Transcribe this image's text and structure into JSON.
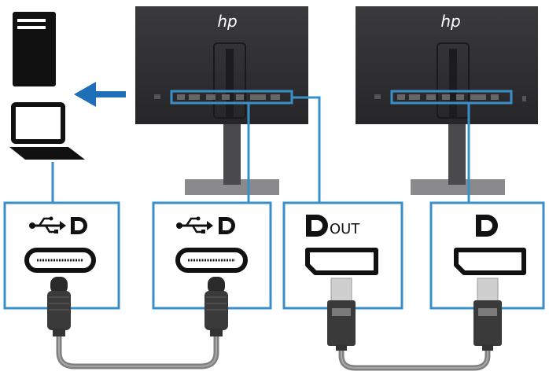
{
  "diagram": {
    "monitor_brand": "hp",
    "out_label": "OUT",
    "devices": [
      {
        "name": "desktop-tower",
        "icon": "desktop-tower-icon"
      },
      {
        "name": "laptop",
        "icon": "laptop-icon"
      }
    ],
    "monitors": [
      {
        "name": "monitor-1",
        "logo": "hp-logo"
      },
      {
        "name": "monitor-2",
        "logo": "hp-logo"
      }
    ],
    "port_panels": [
      {
        "name": "usb-c-input-panel",
        "icons": [
          "usb-icon",
          "displayport-icon",
          "usb-c-port-icon"
        ]
      },
      {
        "name": "usb-c-monitor-panel",
        "icons": [
          "usb-icon",
          "displayport-icon",
          "usb-c-port-icon"
        ]
      },
      {
        "name": "displayport-out-panel",
        "icons": [
          "displayport-icon",
          "displayport-port-icon"
        ]
      },
      {
        "name": "displayport-in-panel",
        "icons": [
          "displayport-icon",
          "displayport-port-icon"
        ]
      }
    ],
    "cables": [
      {
        "name": "usb-c-cable",
        "connectors": [
          "usb-c-plug",
          "usb-c-plug"
        ]
      },
      {
        "name": "displayport-cable",
        "connectors": [
          "displayport-plug",
          "displayport-plug"
        ]
      }
    ],
    "colors": {
      "accent_blue": "#3a8fc9",
      "arrow_blue": "#1f6fb8",
      "monitor_body": "#2e2e30",
      "stand_gray": "#8a8a8c",
      "cable_gray": "#808080",
      "plug_dark": "#3a3a3a"
    }
  }
}
